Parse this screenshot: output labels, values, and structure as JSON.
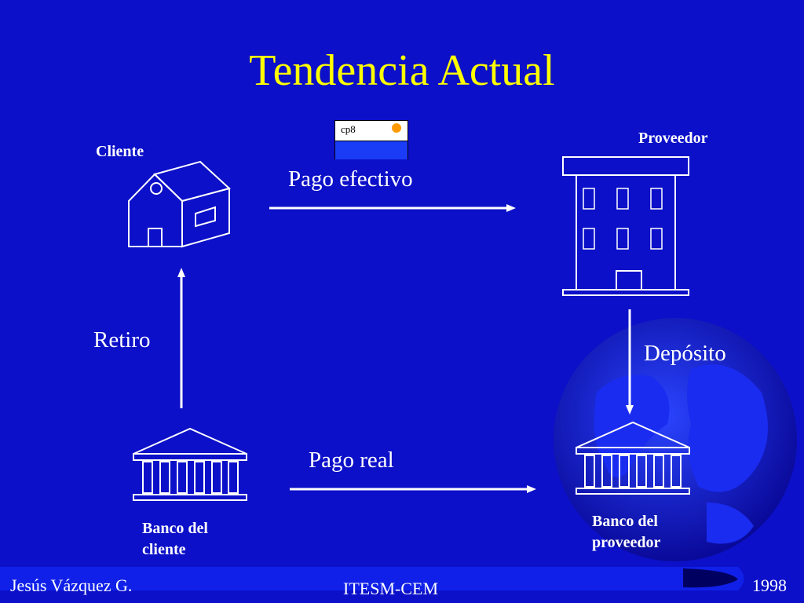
{
  "title": "Tendencia Actual",
  "card": {
    "text": "cp8"
  },
  "labels": {
    "cliente": "Cliente",
    "proveedor": "Proveedor",
    "pago_efectivo": "Pago efectivo",
    "retiro": "Retiro",
    "deposito": "Depósito",
    "pago_real": "Pago real",
    "banco_cliente": "Banco del cliente",
    "banco_proveedor": "Banco del proveedor"
  },
  "footer": {
    "author": "Jesús Vázquez G.",
    "institution": "ITESM-CEM",
    "year": "1998"
  },
  "colors": {
    "background": "#0c10c8",
    "title": "#ffff00",
    "lines": "#ffffff",
    "card_dot": "#ff9900"
  },
  "icons": [
    "house-icon",
    "office-building-icon",
    "bank-building-icon",
    "globe-watermark-icon",
    "payment-card-icon"
  ]
}
